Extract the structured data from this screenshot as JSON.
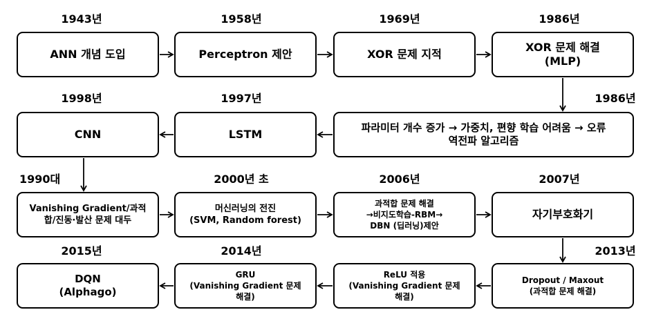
{
  "rows": [
    [
      {
        "year": "1943년",
        "text": "ANN 개념 도입"
      },
      {
        "year": "1958년",
        "text": "Perceptron 제안"
      },
      {
        "year": "1969년",
        "text": "XOR 문제 지적"
      },
      {
        "year": "1986년",
        "text": "XOR 문제 해결\n(MLP)"
      }
    ],
    [
      {
        "year": "1998년",
        "text": "CNN"
      },
      {
        "year": "1997년",
        "text": "LSTM"
      },
      {
        "year": "1986년",
        "text": "파라미터 개수 증가 → 가중치, 편향 학습 어려움 → 오류\n역전파 알고리즘"
      }
    ],
    [
      {
        "year": "1990대",
        "text": "Vanishing Gradient/과적\n합/진동·발산 문제 대두"
      },
      {
        "year": "2000년 초",
        "text": "머신러닝의 전진\n(SVM, Random forest)"
      },
      {
        "year": "2006년",
        "text": "과적합 문제 해결\n→비지도학습-RBM→\nDBN (딥러닝)제안"
      },
      {
        "year": "2007년",
        "text": "자기부호화기"
      }
    ],
    [
      {
        "year": "2015년",
        "text": "DQN\n(Alphago)"
      },
      {
        "year": "2014년",
        "text": "GRU\n(Vanishing Gradient 문제\n해결)"
      },
      {
        "year": "",
        "text": "ReLU 적용\n(Vanishing Gradient 문제\n해결)"
      },
      {
        "year": "2013년",
        "text": "Dropout / Maxout\n(과적합 문제 해결)"
      }
    ]
  ]
}
